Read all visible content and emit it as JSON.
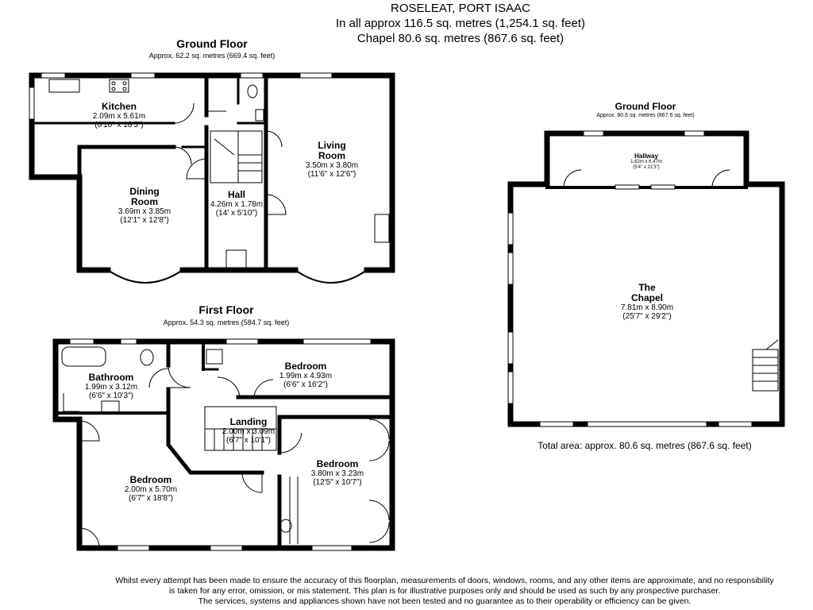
{
  "header": {
    "title": "ROSELEAT, PORT ISAAC",
    "total_area": "In all approx 116.5 sq. metres (1,254.1 sq. feet)",
    "chapel_area": "Chapel 80.6 sq. metres (867.6 sq. feet)"
  },
  "house_ground": {
    "heading": "Ground Floor",
    "area": "Approx. 62.2 sq. metres (669.4 sq. feet)",
    "rooms": {
      "kitchen": {
        "name": "Kitchen",
        "metric": "2.09m x 5.61m",
        "imperial": "(6'10\" x 18'5\")"
      },
      "dining": {
        "name1": "Dining",
        "name2": "Room",
        "metric": "3.69m x 3.85m",
        "imperial": "(12'1\" x 12'8\")"
      },
      "hall": {
        "name": "Hall",
        "metric": "4.26m x 1.78m",
        "imperial": "(14' x 5'10\")"
      },
      "living": {
        "name1": "Living",
        "name2": "Room",
        "metric": "3.50m x 3.80m",
        "imperial": "(11'6\" x 12'6\")"
      }
    }
  },
  "house_first": {
    "heading": "First Floor",
    "area": "Approx. 54.3 sq. metres (584.7 sq. feet)",
    "rooms": {
      "bathroom": {
        "name": "Bathroom",
        "metric": "1.99m x 3.12m",
        "imperial": "(6'6\" x 10'3\")"
      },
      "bedroom1": {
        "name": "Bedroom",
        "metric": "1.99m x 4.93m",
        "imperial": "(6'6\" x 16'2\")"
      },
      "landing": {
        "name": "Landing",
        "metric": "2.00m x 3.09m",
        "imperial": "(6'7\" x 10'1\")"
      },
      "bedroom2": {
        "name": "Bedroom",
        "metric": "3.80m x 3.23m",
        "imperial": "(12'5\" x 10'7\")"
      },
      "bedroom3": {
        "name": "Bedroom",
        "metric": "2.00m x 5.70m",
        "imperial": "(6'7\" x 18'8\")"
      }
    }
  },
  "chapel_ground": {
    "heading": "Ground Floor",
    "area": "Approx. 80.6 sq. metres (867.6 sq. feet)",
    "rooms": {
      "hallway": {
        "name": "Hallway",
        "metric": "1.62m x 6.47m",
        "imperial": "(5'4\" x 21'3\")"
      },
      "chapel": {
        "name1": "The",
        "name2": "Chapel",
        "metric": "7.81m x 8.90m",
        "imperial": "(25'7\" x 29'2\")"
      }
    },
    "total": "Total area: approx. 80.6 sq. metres (867.6 sq. feet)"
  },
  "disclaimer": {
    "line1": "Whilst every attempt has been made to ensure the accuracy of this floorplan, measurements of doors, windows, rooms, and any other items are approximate, and no responsibility",
    "line2": "is taken for any error, omission, or mis statement. This plan is for illustrative purposes only and should be used as such by any prospective purchaser.",
    "line3": "The services, systems and appliances shown have not been tested and no guarantee as to their operability or efficiency can be given."
  },
  "colors": {
    "wall": "#000000",
    "window": "#ffffff",
    "background": "#ffffff"
  }
}
